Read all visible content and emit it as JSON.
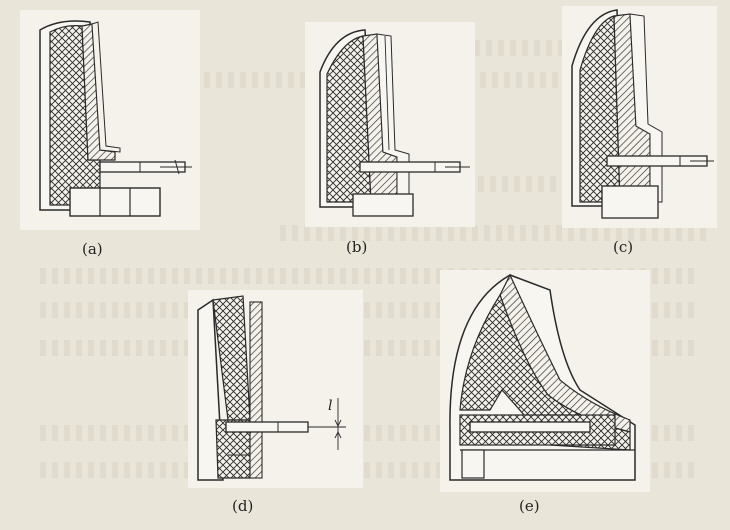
{
  "figure": {
    "panels": [
      {
        "id": "a",
        "caption": "(a)"
      },
      {
        "id": "b",
        "caption": "(b)"
      },
      {
        "id": "c",
        "caption": "(c)"
      },
      {
        "id": "d",
        "caption": "(d)",
        "dimension_label": "l"
      },
      {
        "id": "e",
        "caption": "(e)"
      }
    ]
  },
  "colors": {
    "ink": "#2a2a2a",
    "paper": "#e9e5d8",
    "panel_bg": "#f4f2ea"
  },
  "icons": {
    "hatch": "crosshatch-pattern",
    "stripes": "diagonal-stripe-pattern"
  }
}
